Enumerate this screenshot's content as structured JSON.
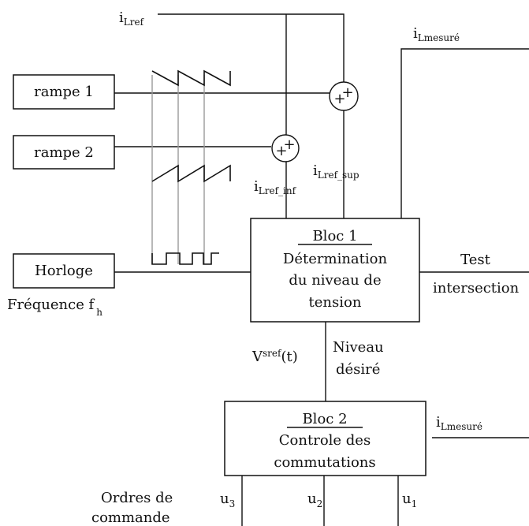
{
  "blocks": {
    "rampe1": "rampe 1",
    "rampe2": "rampe 2",
    "horloge": "Horloge",
    "bloc1": {
      "title": "Bloc 1",
      "line1": "Détermination",
      "line2": "du niveau de",
      "line3": "tension"
    },
    "bloc2": {
      "title": "Bloc 2",
      "line1": "Controle des",
      "line2": "commutations"
    }
  },
  "signals": {
    "i_lref": {
      "base": "i",
      "sub": "Lref"
    },
    "i_lmesure_top": {
      "base": "i",
      "sub": "Lmesuré"
    },
    "i_lref_sup": {
      "base": "i",
      "sub": "Lref_sup"
    },
    "i_lref_inf": {
      "base": "i",
      "sub": "Lref_inf"
    },
    "v_sref": {
      "base": "V",
      "sub": "sref",
      "suffix": "(t)"
    },
    "i_lmesure_bottom": {
      "base": "i",
      "sub": "Lmesuré"
    },
    "u1": {
      "base": "u",
      "sub": "1"
    },
    "u2": {
      "base": "u",
      "sub": "2"
    },
    "u3": {
      "base": "u",
      "sub": "3"
    }
  },
  "labels": {
    "frequence": {
      "text": "Fréquence f",
      "sub": "h"
    },
    "niveau_line1": "Niveau",
    "niveau_line2": "désiré",
    "test_line1": "Test",
    "test_line2": "intersection",
    "ordres_line1": "Ordres de",
    "ordres_line2": "commande"
  },
  "summers": {
    "symbol": "+",
    "count": 2
  }
}
